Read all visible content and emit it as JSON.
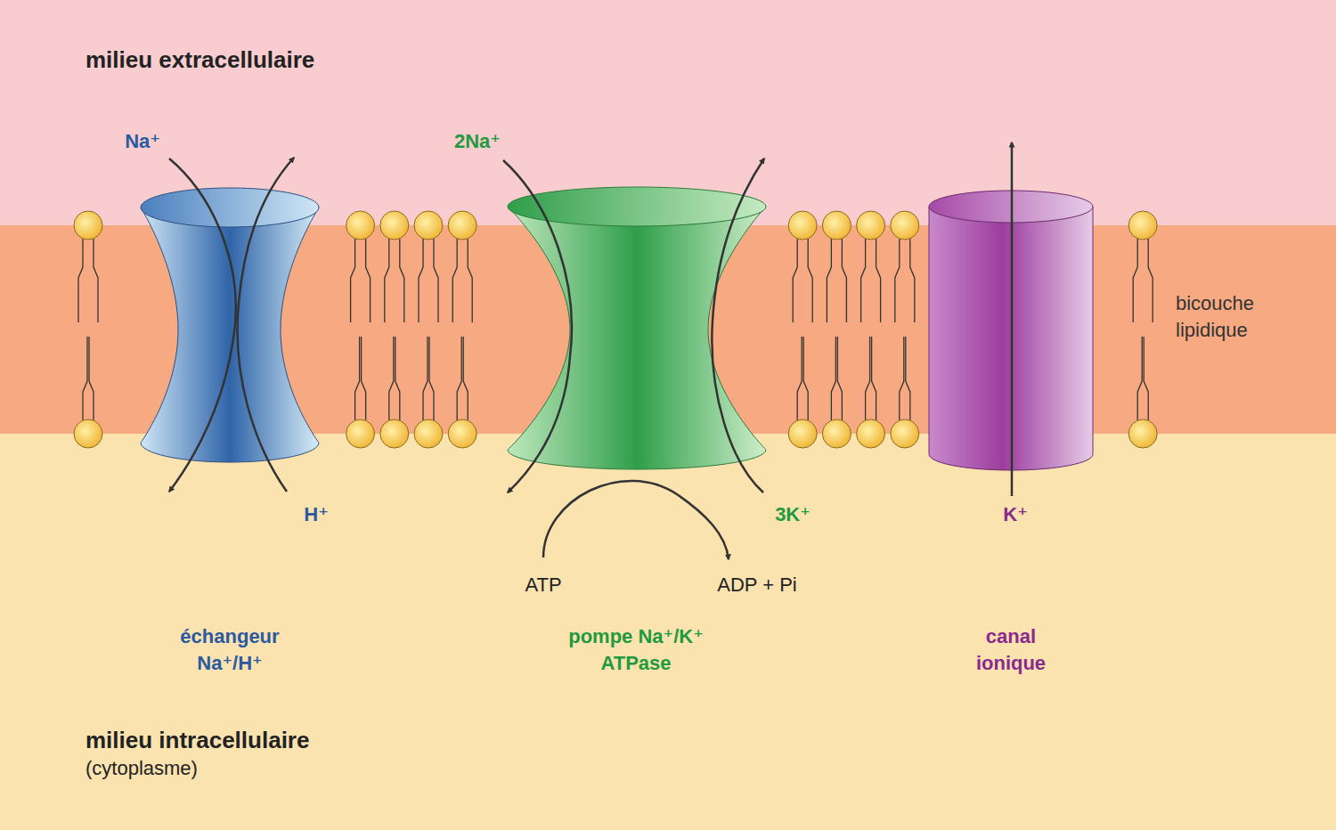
{
  "diagram": {
    "labels": [
      "milieu extracellulaire",
      "Na⁺",
      "2Na⁺",
      "bicouche lipidique",
      "H⁺",
      "3K⁺",
      "K⁺",
      "ATP",
      "ADP + Pi",
      "échangeur Na⁺/H⁺",
      "pompe Na⁺/K⁺ ATPase",
      "canal ionique",
      "milieu intracellulaire",
      "(cytoplasme)"
    ]
  }
}
